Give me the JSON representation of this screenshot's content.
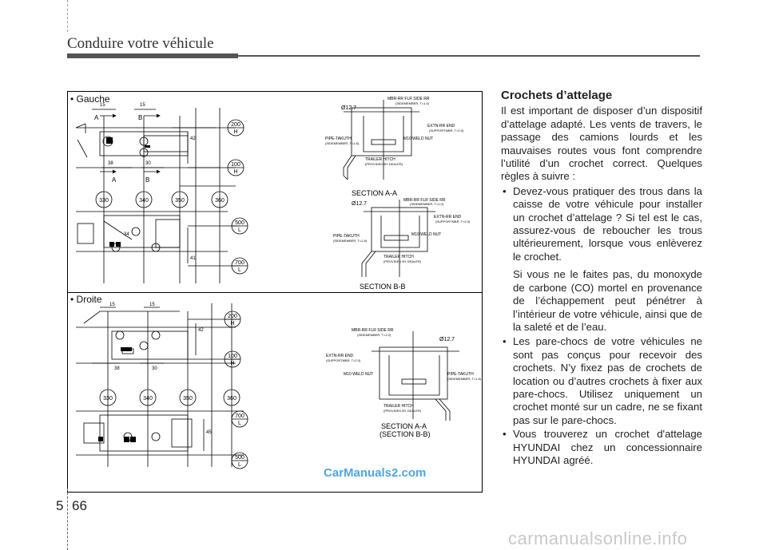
{
  "header": {
    "title": "Conduire votre véhicule"
  },
  "page": {
    "chapter": "5",
    "number": "66"
  },
  "figure": {
    "label_left": "• Gauche",
    "label_right": "• Droite",
    "watermark": "CarManuals2.com",
    "top": {
      "dims": [
        "15",
        "15",
        "38",
        "30",
        "42",
        "34",
        "41"
      ],
      "letters": {
        "A1": "A",
        "B1": "B",
        "A2": "A",
        "B2": "B"
      },
      "circles_bottom": [
        "330",
        "340",
        "350",
        "360"
      ],
      "circles_h": [
        [
          "200",
          "H"
        ],
        [
          "100",
          "H"
        ]
      ],
      "circles_l": [
        [
          "500",
          "L"
        ],
        [
          "700",
          "L"
        ]
      ]
    },
    "bottom": {
      "dims": [
        "15",
        "15",
        "38",
        "30",
        "42",
        "45"
      ],
      "circles_bottom": [
        "330",
        "340",
        "350",
        "360"
      ],
      "circles_h": [
        [
          "200",
          "H"
        ],
        [
          "100",
          "H"
        ]
      ],
      "circles_l": [
        [
          "700",
          "L"
        ],
        [
          "500",
          "L"
        ]
      ]
    },
    "sec_a": {
      "diameter": "Ø12.7",
      "mbr": "MBR-RR FLR SIDE RR",
      "mbr_sub": "(SIDEMEMBER, T=1.0)",
      "extn": "EXTN-RR END",
      "extn_sub": "(SUPPORTMBR, T=2.0)",
      "pipe": "PIPE-TAKUTH",
      "pipe_sub": "(SIDEMEMBER, T=1.8)",
      "nut": "M10 WELD NUT",
      "hitch": "TRAILER HITCH",
      "hitch_sub": "(PROVIDED BY DEALER)",
      "title": "SECTION A-A"
    },
    "sec_b": {
      "diameter": "Ø12.7",
      "mbr": "MBR-RR FLR SIDE RR",
      "mbr_sub": "(SIDEMEMBER, T=1.0)",
      "extn": "EXTN-RR END",
      "extn_sub": "(SUPPORTMBR, T=2.0)",
      "pipe": "PIPE-TAKUTH",
      "pipe_sub": "(SIDEMEMBER, T=1.8)",
      "nut": "M10 WELD NUT",
      "hitch": "TRAILER HITCH",
      "hitch_sub": "(PROVIDED BY DEALER)",
      "title": "SECTION B-B"
    },
    "sec_c": {
      "diameter": "Ø12.7",
      "mbr": "MBR-RR FLR SIDE RR",
      "mbr_sub": "(SIDEMEMBER, T=1.0)",
      "extn": "EXTN-RR END",
      "extn_sub": "(SUPPORTMBR, T=2.0)",
      "pipe": "PIPE-TAKUTH",
      "pipe_sub": "(SIDEMEMBER, T=1.8)",
      "nut": "M10 WELD NUT",
      "hitch": "TRAILER HITCH",
      "hitch_sub": "(PROVIDED BY DEALER)",
      "title": "SECTION A-A",
      "title2": "(SECTION B-B)"
    }
  },
  "content": {
    "title": "Crochets d’attelage",
    "intro": "Il est important de disposer d’un dispositif d’attelage adapté. Les vents de travers, le passage des camions lourds et les mauvaises routes vous font comprendre l’utilité d’un crochet correct. Quelques règles à suivre :",
    "bullets": [
      "Devez-vous pratiquer des trous dans la caisse de votre véhicule pour installer un crochet d’attelage ? Si tel est le cas, assurez-vous de reboucher les trous ultérieurement, lorsque vous enlèverez le crochet.",
      "Les pare-chocs de votre véhicules ne sont pas conçus pour recevoir des crochets. N’y fixez pas de crochets de location ou d’autres crochets à fixer aux pare-chocs. Utilisez uniquement un crochet monté sur un cadre, ne se fixant pas sur le pare-chocs.",
      "Vous trouverez un crochet d'attelage HYUNDAI chez un concessionnaire HYUNDAI agréé."
    ],
    "bullet1_extra": "Si vous ne le faites pas, du monoxyde de carbone (CO) mortel en provenance de l’échappement peut pénétrer à l’intérieur de votre véhicule, ainsi que de la saleté et de l’eau."
  },
  "footer_watermark": "carmanualsonline.info"
}
